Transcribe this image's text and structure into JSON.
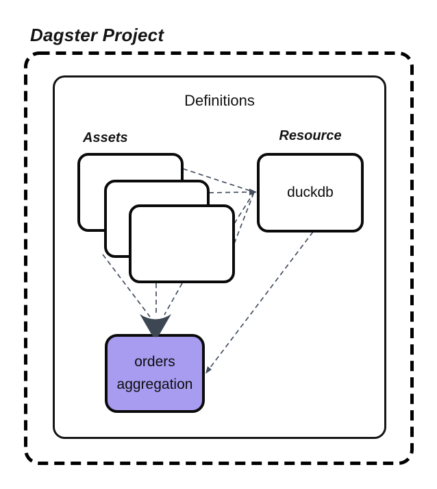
{
  "diagram": {
    "title": "Dagster Project",
    "container": {
      "label": "Definitions"
    },
    "groups": {
      "assets": {
        "label": "Assets",
        "stacked_boxes": 3
      },
      "resource": {
        "label": "Resource",
        "node_label": "duckdb"
      }
    },
    "nodes": {
      "duckdb": {
        "label": "duckdb"
      },
      "orders_aggregation": {
        "label": "orders aggregation"
      }
    },
    "edges": [
      {
        "from": "asset-back",
        "to": "duckdb",
        "style": "dashed"
      },
      {
        "from": "asset-middle",
        "to": "duckdb",
        "style": "dashed"
      },
      {
        "from": "asset-front",
        "to": "duckdb",
        "style": "dashed"
      },
      {
        "from": "asset-front",
        "to": "duckdb",
        "style": "dashed"
      },
      {
        "from": "assets",
        "to": "orders_aggregation",
        "style": "dashed",
        "marker": "large-arrowhead"
      },
      {
        "from": "duckdb",
        "to": "orders_aggregation",
        "style": "dashed"
      }
    ],
    "colors": {
      "background": "#ffffff",
      "box_border": "#0a0a0a",
      "box_fill": "#ffffff",
      "orders_fill": "#a79cf0",
      "connector": "#434e5e",
      "arrowhead": "#3d4653",
      "text": "#111111"
    }
  }
}
